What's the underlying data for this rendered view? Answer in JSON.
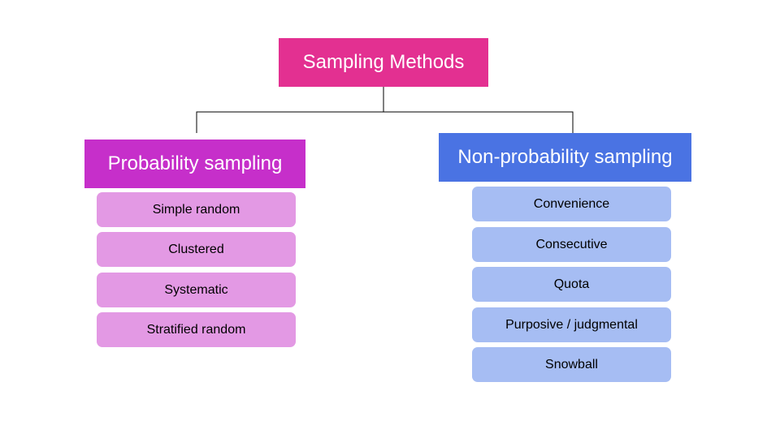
{
  "root": {
    "label": "Sampling Methods"
  },
  "probability": {
    "label": "Probability sampling",
    "items": [
      "Simple random",
      "Clustered",
      "Systematic",
      "Stratified random"
    ]
  },
  "non_probability": {
    "label": "Non-probability sampling",
    "items": [
      "Convenience",
      "Consecutive",
      "Quota",
      "Purposive / judgmental",
      "Snowball"
    ]
  },
  "colors": {
    "root_fill": "#e33091",
    "probability_header": "#c62fca",
    "probability_item": "#e399e4",
    "non_probability_header": "#4a73e3",
    "non_probability_item": "#a6bdf3",
    "connector": "#000000"
  }
}
